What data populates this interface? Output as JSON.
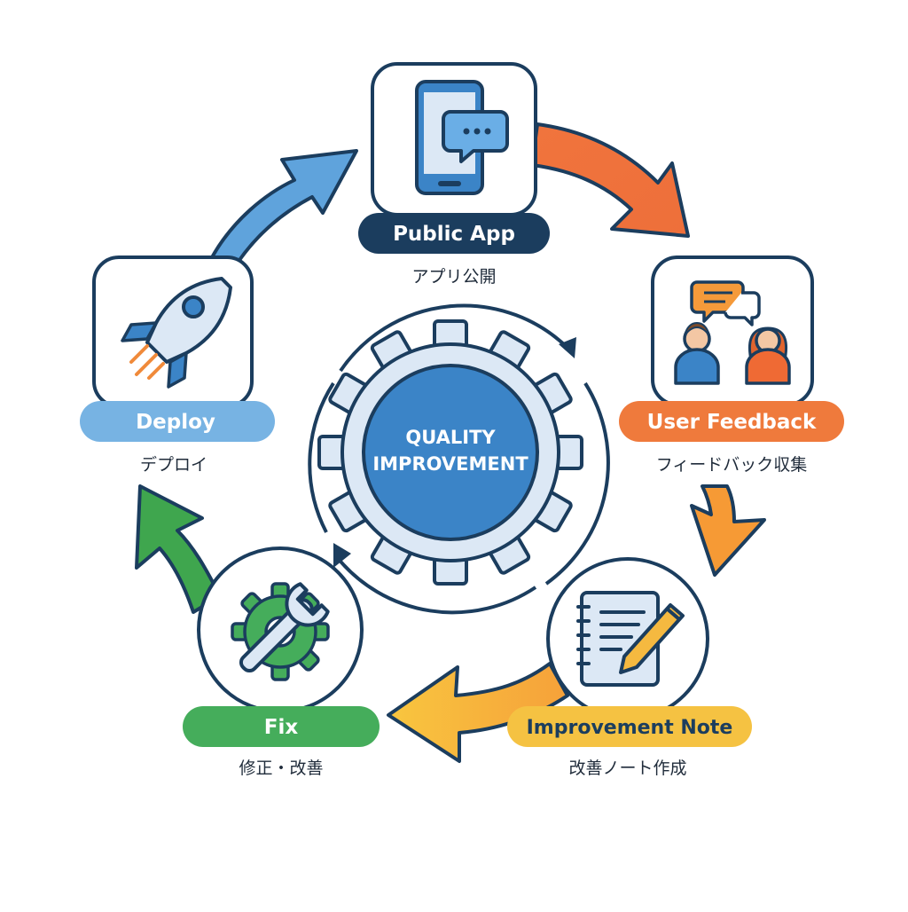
{
  "center": {
    "line1": "QUALITY",
    "line2": "IMPROVEMENT"
  },
  "steps": [
    {
      "label": "Public App",
      "sub": "アプリ公開",
      "color": "#1b3d5e"
    },
    {
      "label": "User Feedback",
      "sub": "フィードバック収集",
      "color": "#ef7a3c"
    },
    {
      "label": "Improvement Note",
      "sub": "改善ノート作成",
      "color": "#f5c242"
    },
    {
      "label": "Fix",
      "sub": "修正・改善",
      "color": "#45ad5b"
    },
    {
      "label": "Deploy",
      "sub": "デプロイ",
      "color": "#77b3e3"
    }
  ],
  "colors": {
    "outline": "#1b3d5e",
    "center_fill": "#3b84c7",
    "gear_fill": "#dce8f5"
  }
}
